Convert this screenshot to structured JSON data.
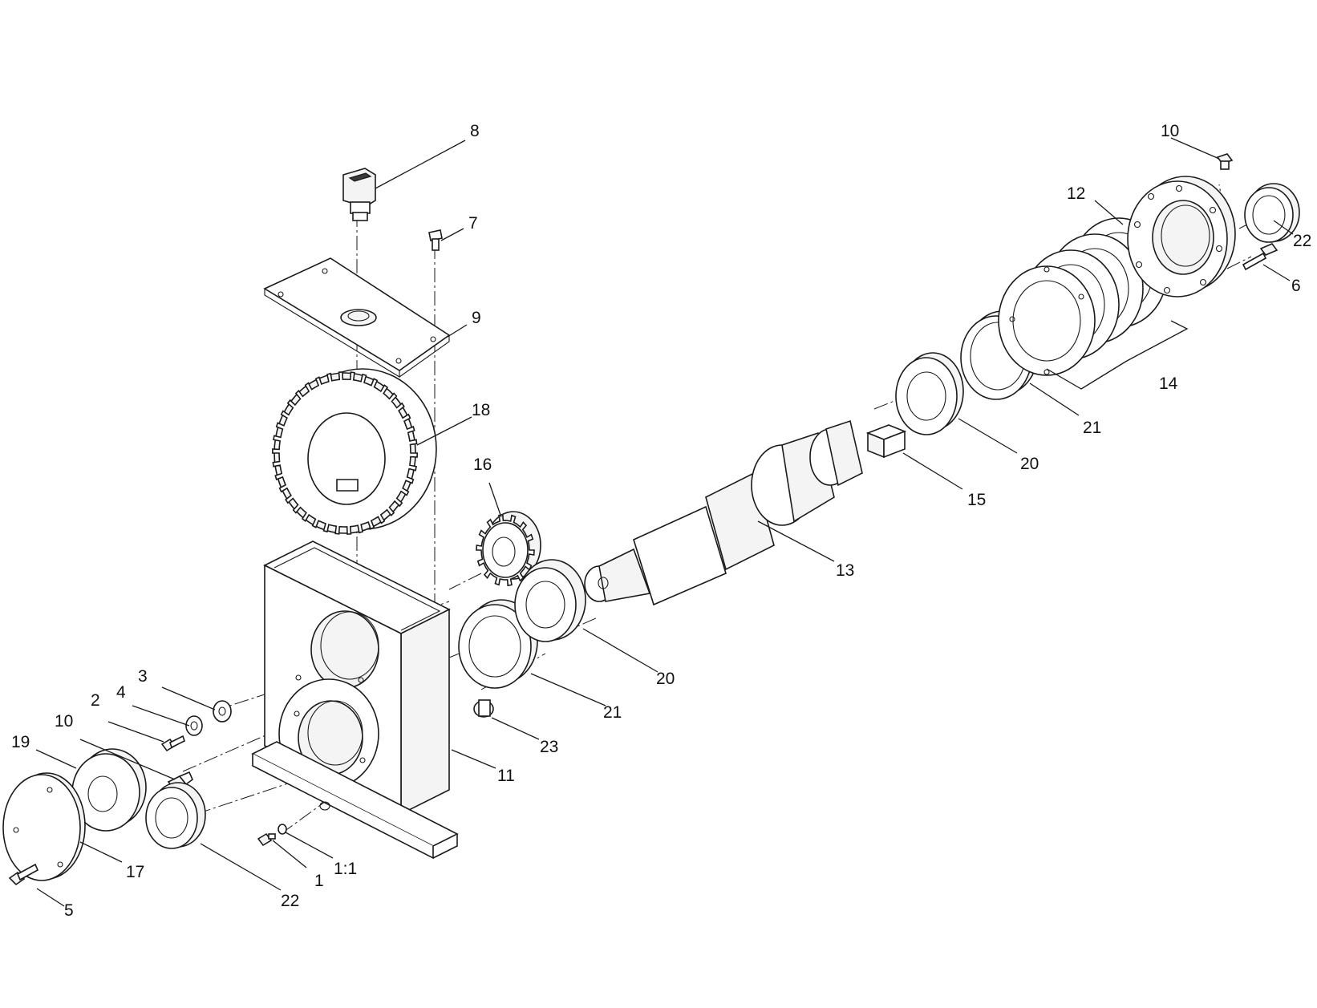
{
  "callouts": {
    "c8": "8",
    "c7": "7",
    "c9": "9",
    "c18": "18",
    "c16": "16",
    "c13": "13",
    "c15": "15",
    "c20_top": "20",
    "c21_top": "21",
    "c14": "14",
    "c12": "12",
    "c10_top": "10",
    "c22_top": "22",
    "c6": "6",
    "c20_bottom": "20",
    "c21_bottom": "21",
    "c23": "23",
    "c11": "11",
    "c3": "3",
    "c4": "4",
    "c2": "2",
    "c10_left": "10",
    "c19": "19",
    "c17": "17",
    "c5": "5",
    "c22_bottom": "22",
    "c1": "1",
    "c1_1": "1:1"
  }
}
